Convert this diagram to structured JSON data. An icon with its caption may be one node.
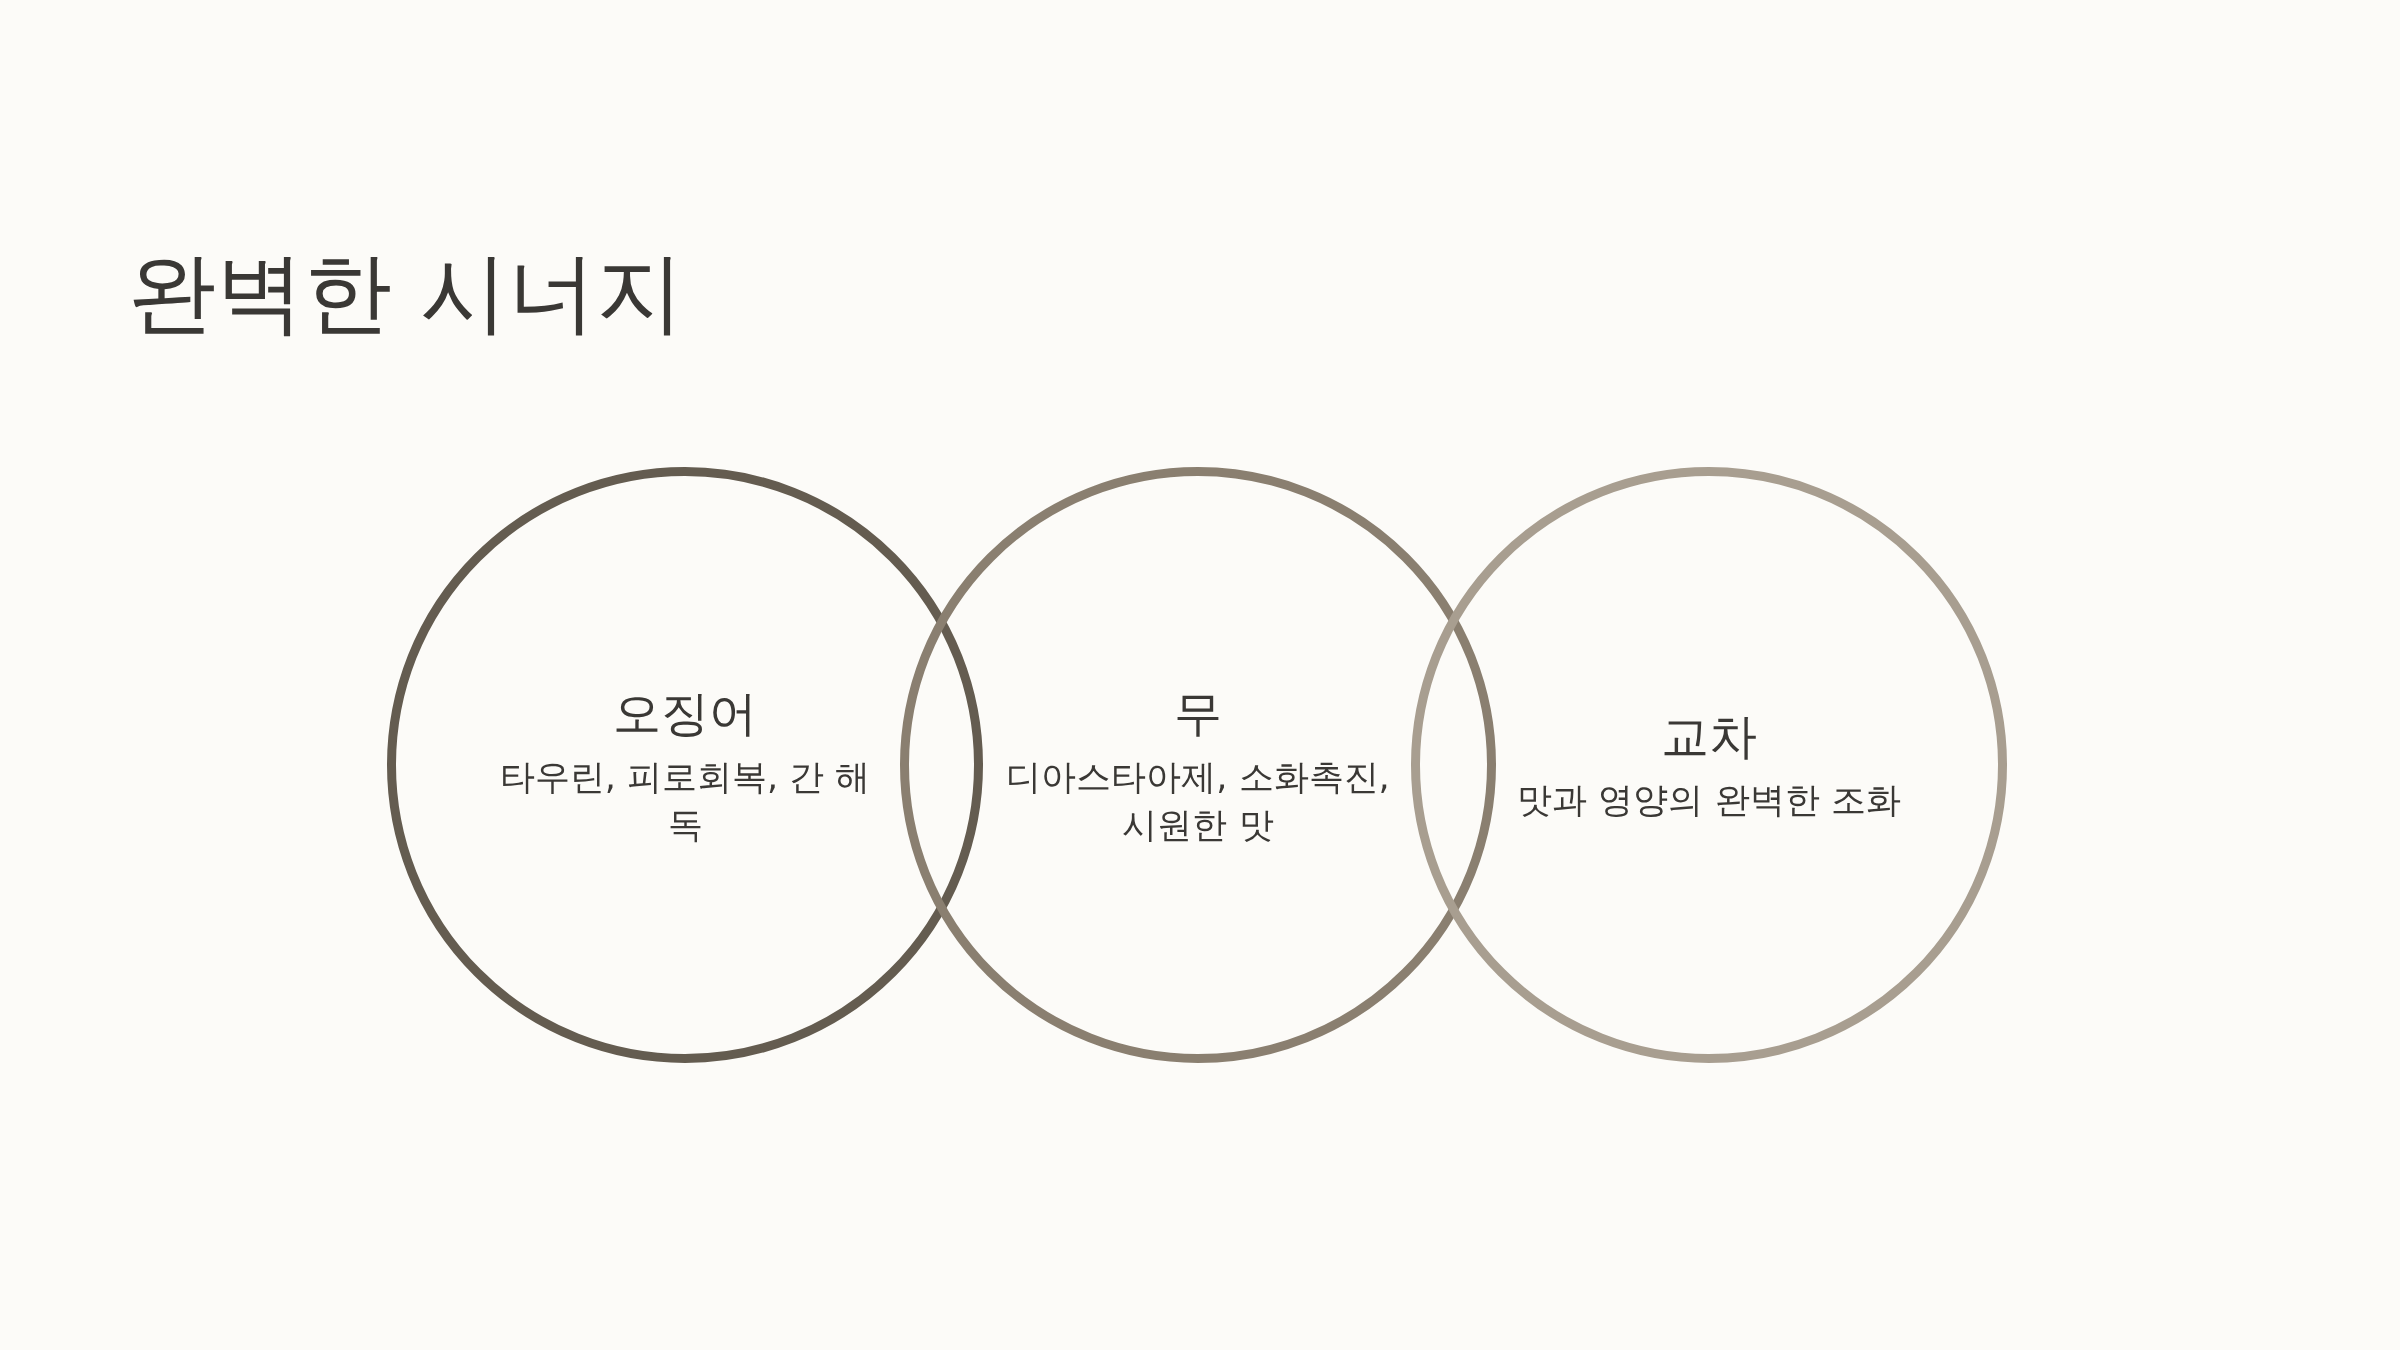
{
  "diagram": {
    "title": "완벽한 시너지",
    "nodes": [
      {
        "text": [
          "오징어",
          "타우린, 피로회복, 간 해독"
        ]
      },
      {
        "text": [
          "무",
          "디아스타아제, 소화촉진, 시원한 맛"
        ]
      },
      {
        "text": [
          "교차",
          "맛과 영양의 완벽한 조화"
        ]
      }
    ]
  }
}
